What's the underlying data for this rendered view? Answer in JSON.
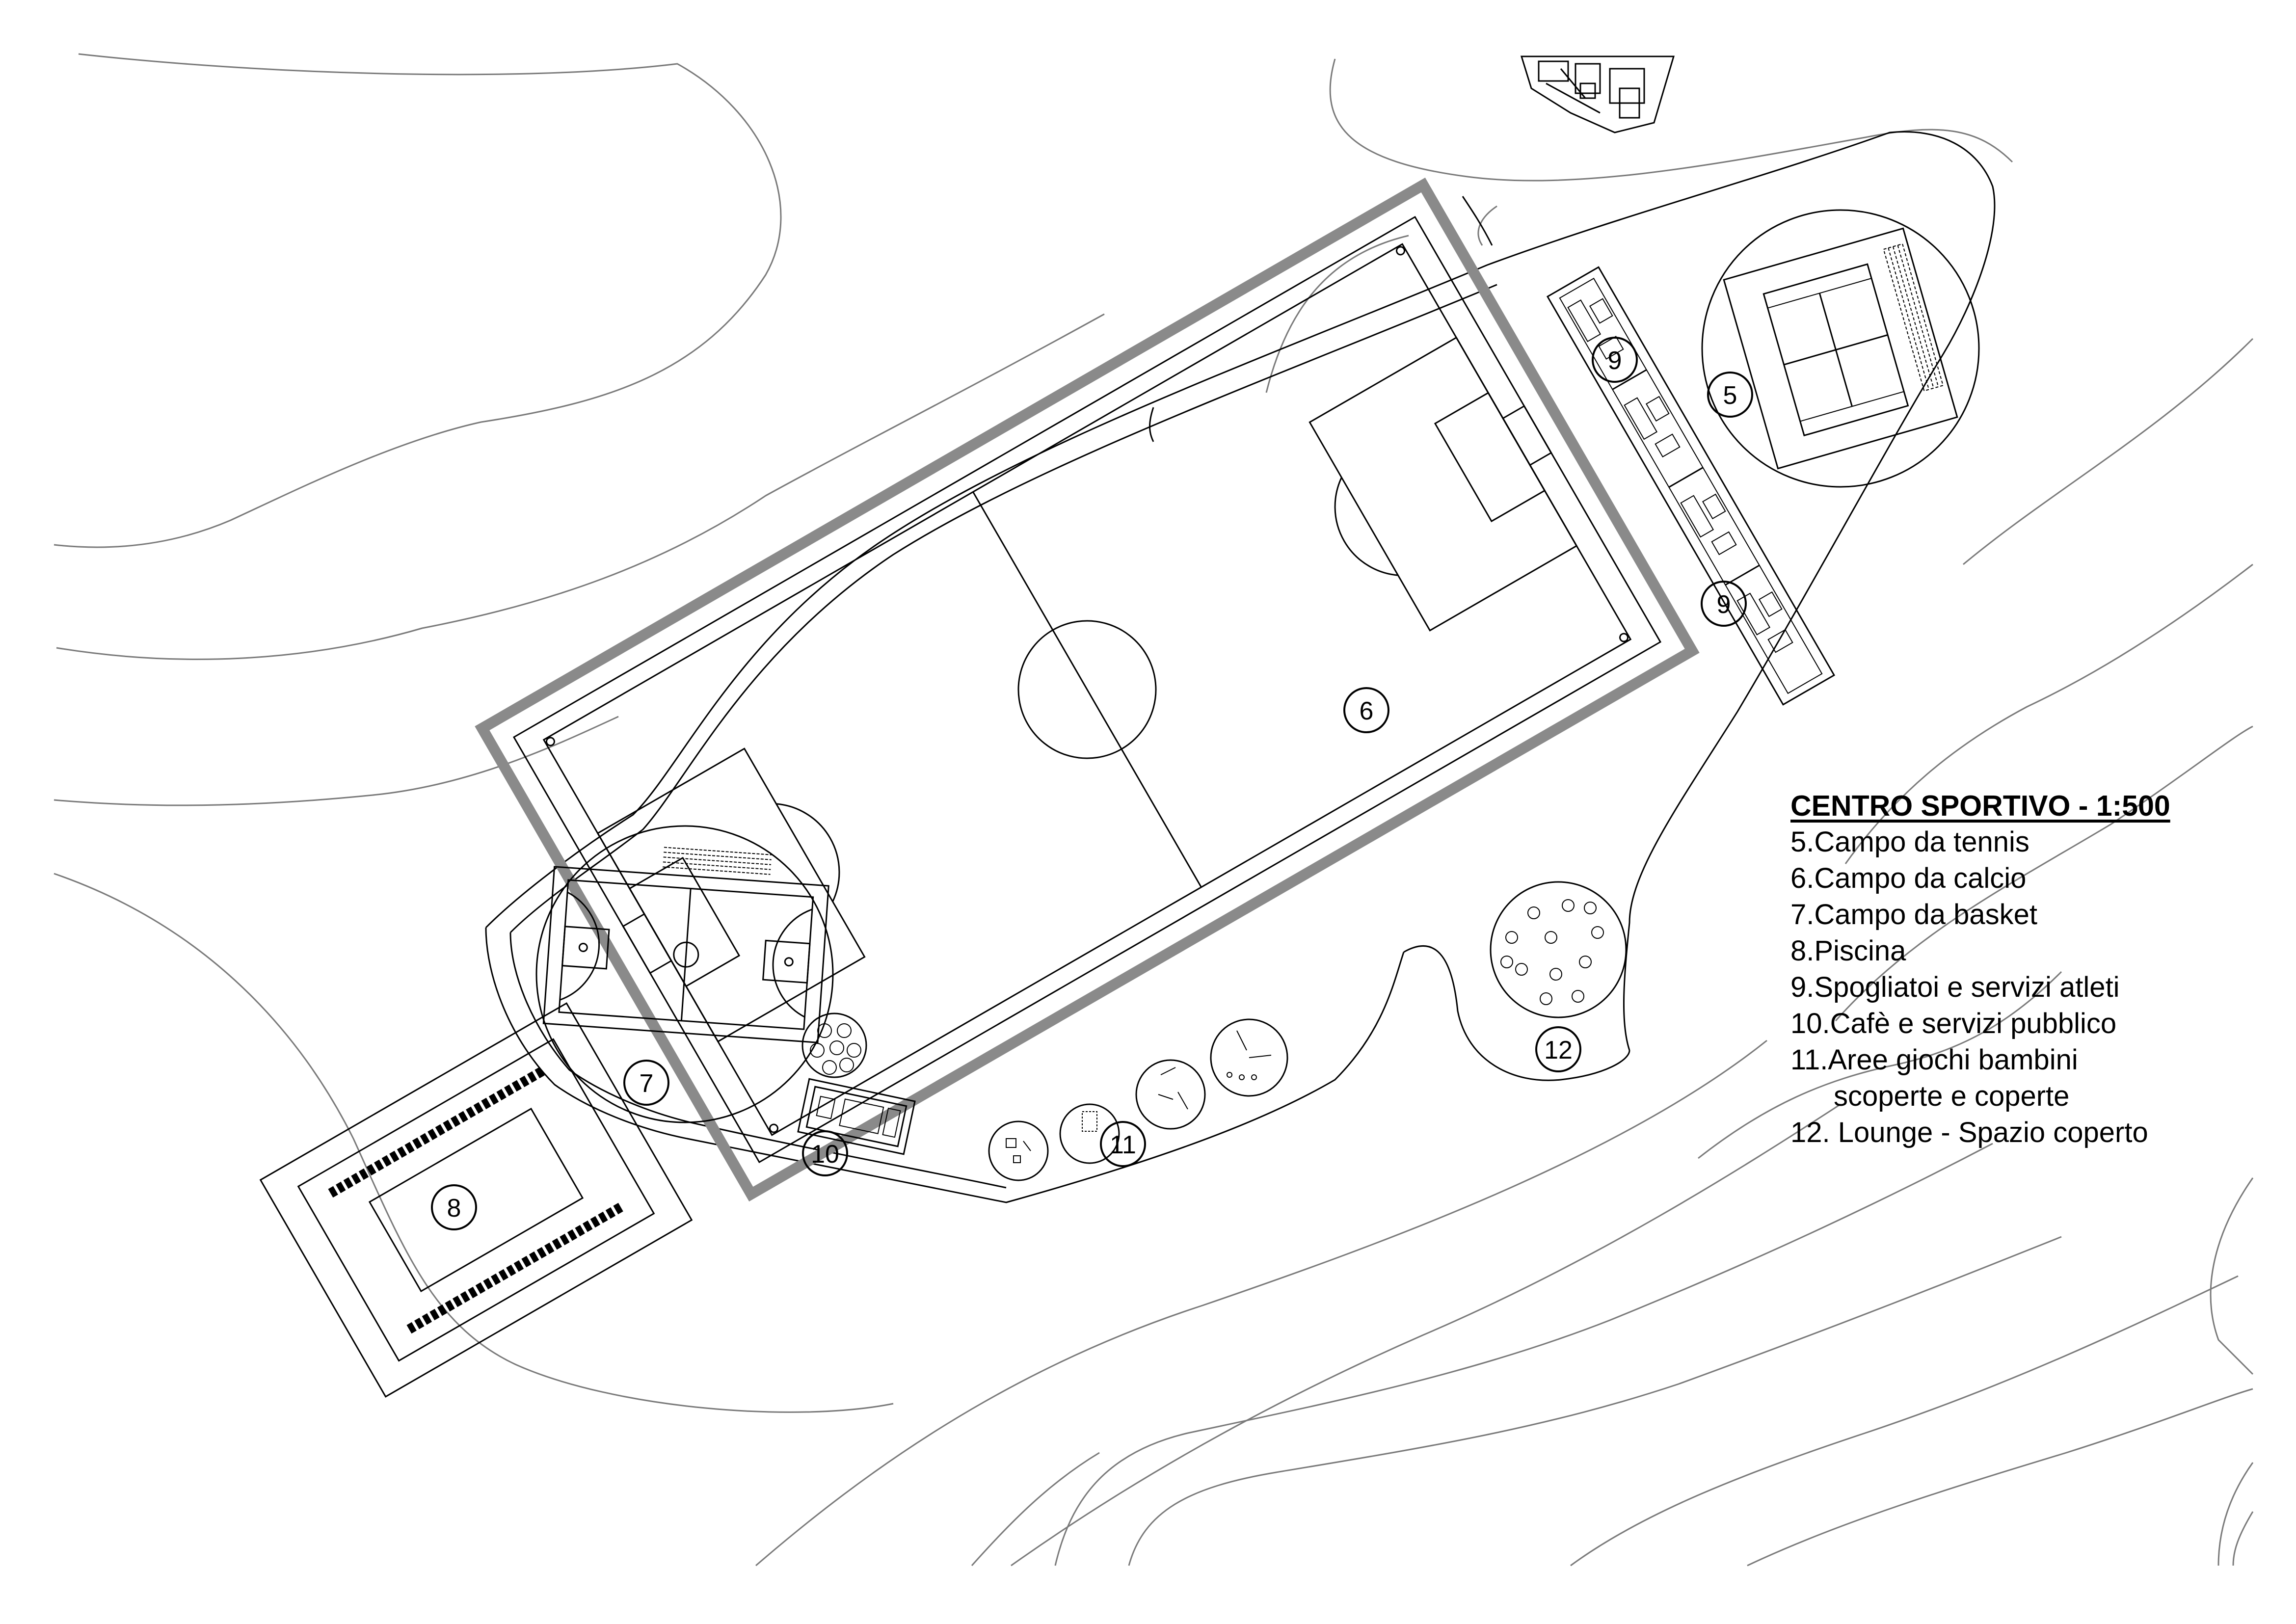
{
  "legend": {
    "title": "CENTRO SPORTIVO - 1:500",
    "items": [
      "5.Campo da tennis",
      "6.Campo da calcio",
      "7.Campo da basket",
      "8.Piscina",
      "9.Spogliatoi e servizi atleti",
      "10.Cafè e servizi pubblico",
      "11.Aree giochi bambini",
      "scoperte e coperte",
      "12. Lounge - Spazio coperto"
    ]
  },
  "markers": {
    "tennis": "5",
    "football": "6",
    "basket": "7",
    "pool": "8",
    "locker_a": "9",
    "locker_b": "9",
    "cafe": "10",
    "playground": "11",
    "lounge": "12"
  },
  "colors": {
    "line": "#000000",
    "contour": "#7a7a7a",
    "wall": "#8a8a8a",
    "background": "#ffffff"
  }
}
